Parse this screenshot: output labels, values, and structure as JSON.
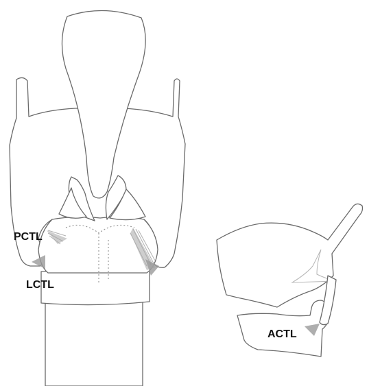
{
  "labels": {
    "pctl": "PCTL",
    "lctl": "LCTL",
    "actl": "ACTL"
  }
}
